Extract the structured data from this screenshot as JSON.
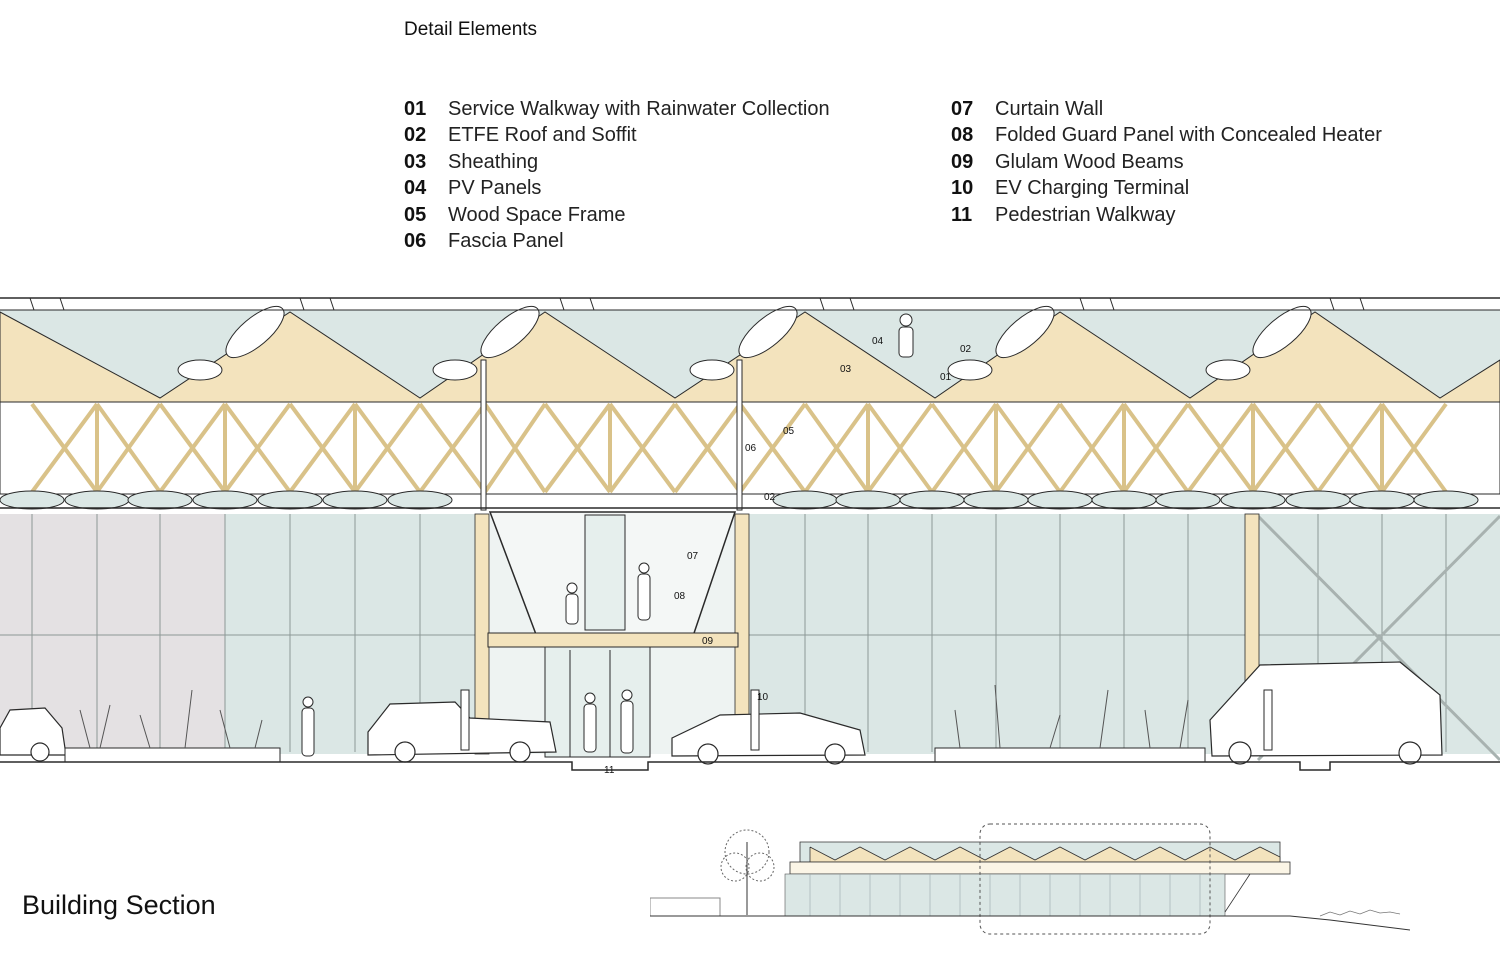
{
  "heading": "Detail Elements",
  "legend_left": [
    {
      "num": "01",
      "text": "Service Walkway with Rainwater Collection"
    },
    {
      "num": "02",
      "text": "ETFE Roof and Soffit"
    },
    {
      "num": "03",
      "text": "Sheathing"
    },
    {
      "num": "04",
      "text": "PV Panels"
    },
    {
      "num": "05",
      "text": "Wood Space Frame"
    },
    {
      "num": "06",
      "text": "Fascia Panel"
    }
  ],
  "legend_right": [
    {
      "num": "07",
      "text": "Curtain Wall"
    },
    {
      "num": "08",
      "text": "Folded Guard Panel with Concealed Heater"
    },
    {
      "num": "09",
      "text": "Glulam Wood Beams"
    },
    {
      "num": "10",
      "text": "EV Charging Terminal"
    },
    {
      "num": "11",
      "text": "Pedestrian Walkway"
    }
  ],
  "tags": {
    "t01": "01",
    "t02a": "02",
    "t02b": "02",
    "t03": "03",
    "t04": "04",
    "t05": "05",
    "t06": "06",
    "t07": "07",
    "t08": "08",
    "t09": "09",
    "t10": "10",
    "t11": "11"
  },
  "caption": "Building Section",
  "colors": {
    "wood": "#f3e3bd",
    "glass": "#dbe7e5",
    "wall_gray": "#e4e1e3",
    "line": "#2a2a2a"
  }
}
